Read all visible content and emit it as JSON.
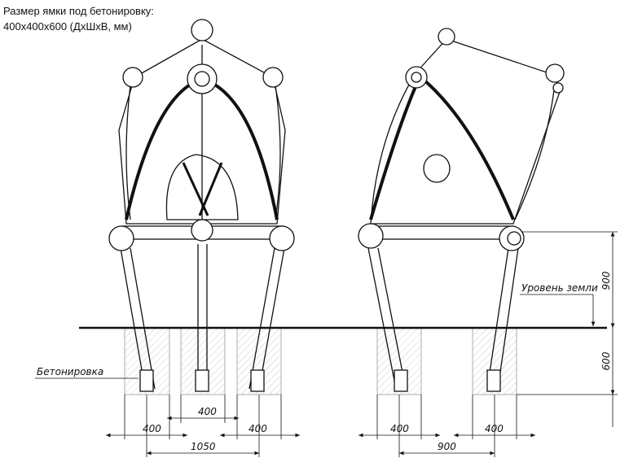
{
  "note": {
    "line1": "Размер ямки под бетонировку:",
    "line2": "400x400x600 (ДхШхВ, мм)"
  },
  "labels": {
    "ground_level": "Уровень земли",
    "concreting": "Бетонировка"
  },
  "dimensions": {
    "left_view": {
      "pit_center_width": "400",
      "pit_left_width": "400",
      "pit_right_width": "400",
      "leg_span": "1050"
    },
    "right_view": {
      "pit_left_width": "400",
      "pit_right_width": "400",
      "leg_span": "900"
    },
    "height_above_ground": "900",
    "depth_below_ground": "600"
  }
}
